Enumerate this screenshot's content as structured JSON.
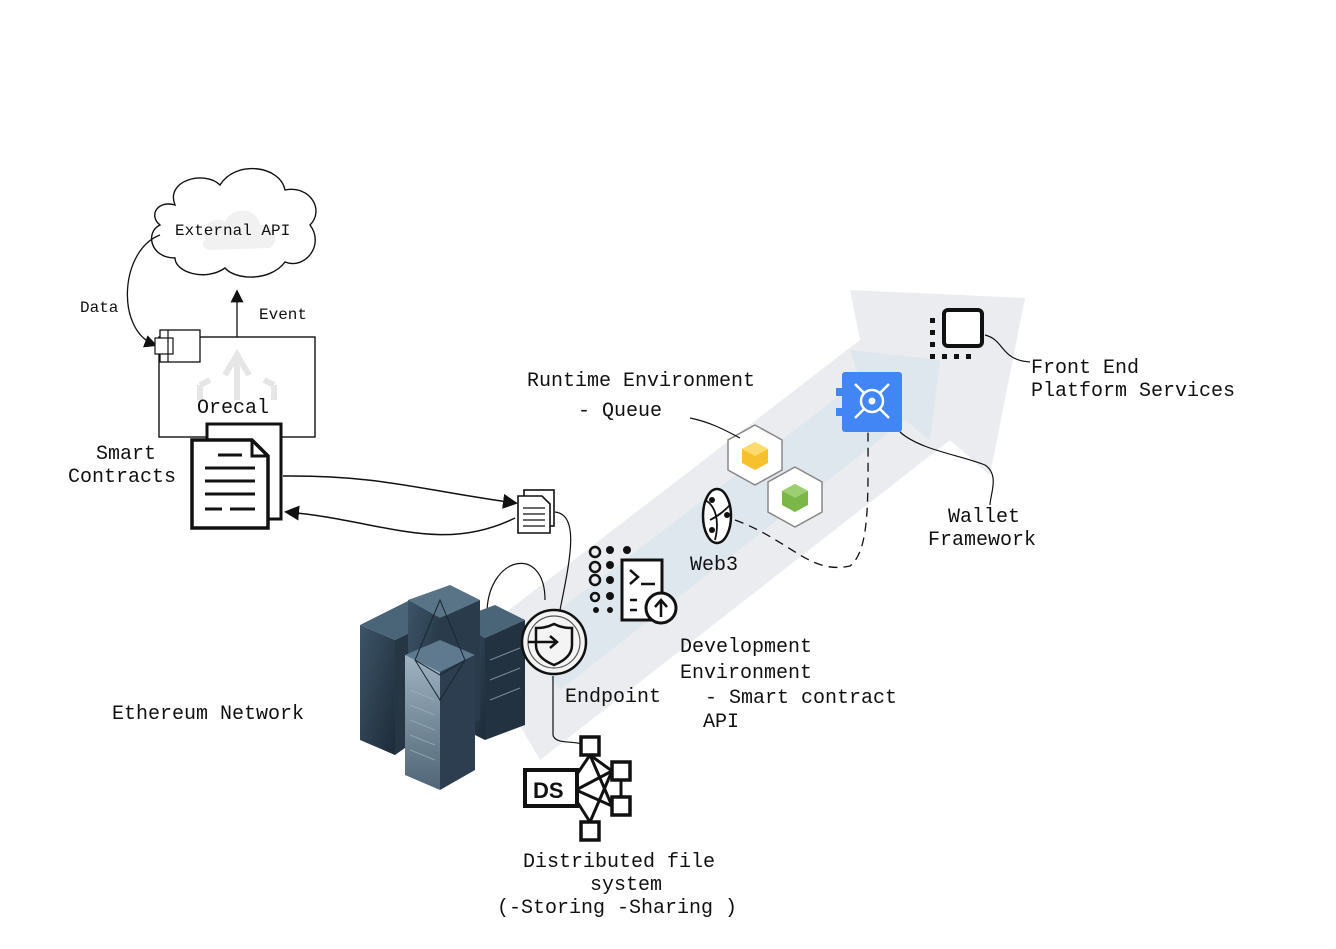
{
  "labels": {
    "external_api": "External API",
    "data": "Data",
    "event": "Event",
    "oracle": "Orecal",
    "smart_contracts_line1": "Smart",
    "smart_contracts_line2": "Contracts",
    "runtime_line1": "Runtime Environment",
    "runtime_line2": "- Queue",
    "front_end_line1": "Front End",
    "front_end_line2": "Platform Services",
    "wallet_line1": "Wallet",
    "wallet_line2": "Framework",
    "web3": "Web3",
    "development_line1": "Development",
    "development_line2": "Environment",
    "development_line3": "- Smart contract",
    "development_line4": "API",
    "endpoint": "Endpoint",
    "ethereum_network": "Ethereum Network",
    "dfs_line1": "Distributed file",
    "dfs_line2": "system",
    "dfs_line3": "(-Storing -Sharing )",
    "ds_badge": "DS"
  },
  "icons": {
    "cloud": "cloud-icon",
    "oracle_box": "oracle-box-icon",
    "smart_contract_doc": "document-stack-icon",
    "small_doc": "small-document-icon",
    "servers": "server-rack-icon",
    "endpoint": "shield-login-icon",
    "dev_env": "terminal-upload-icon",
    "web3": "globe-network-icon",
    "runtime_yellow": "yellow-cube-icon",
    "runtime_green": "green-cube-icon",
    "wallet": "safe-vault-icon",
    "front_end": "frame-square-icon",
    "dfs": "distributed-nodes-icon"
  },
  "colors": {
    "arrow": "#e6e9ec",
    "arrow_inner": "#d6e3ed",
    "wallet_blue": "#3b82f6",
    "cube_yellow": "#f6c12d",
    "cube_green": "#7ab648",
    "server_dark": "#2c3e50"
  }
}
